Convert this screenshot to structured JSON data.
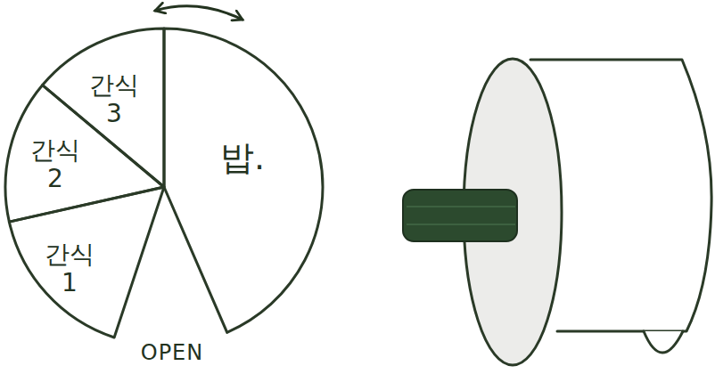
{
  "diagram": {
    "nodes": [
      {
        "text": [
          "간식 3"
        ]
      },
      {
        "text": [
          "간식 2"
        ]
      },
      {
        "text": [
          "간식 1"
        ]
      },
      {
        "text": [
          "밥."
        ]
      }
    ],
    "labels": [
      "OPEN"
    ]
  }
}
